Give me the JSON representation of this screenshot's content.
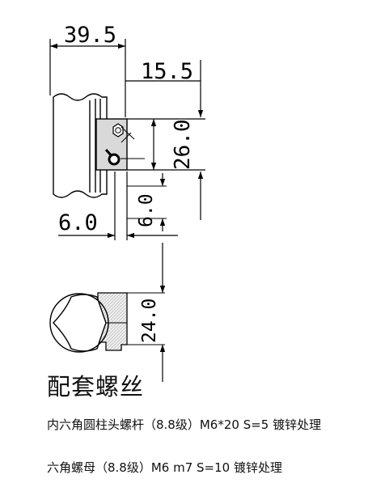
{
  "dimensions": {
    "d1": "39.5",
    "d2": "15.5",
    "d3": "26.0",
    "d4": "6.0",
    "d5": "6.0",
    "d6": "24.0"
  },
  "captions": {
    "title": "配套螺丝",
    "bolt_spec": "内六角圆柱头螺杆（8.8级）M6*20 S=5 镀锌处理",
    "nut_spec": "六角螺母（8.8级）M6 m7 S=10 镀锌处理"
  }
}
